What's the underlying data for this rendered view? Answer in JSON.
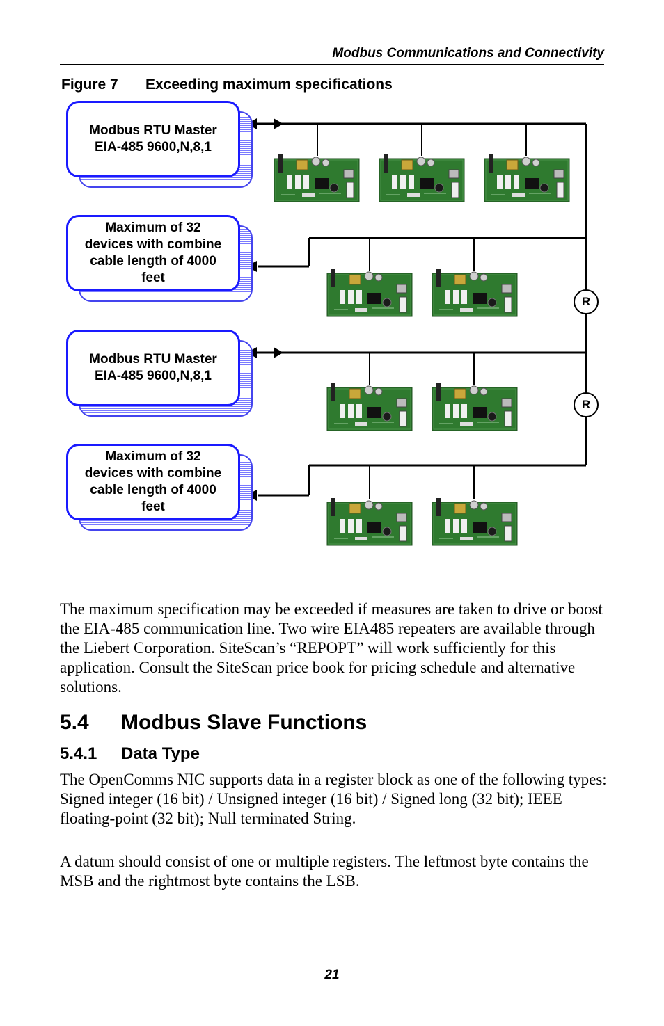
{
  "header": {
    "running_title": "Modbus Communications and Connectivity"
  },
  "figure": {
    "number": "Figure 7",
    "title": "Exceeding maximum specifications",
    "boxes": [
      {
        "lines": [
          "Modbus RTU Master",
          "EIA-485 9600,N,8,1"
        ]
      },
      {
        "lines": [
          "Maximum of 32",
          "devices with combine",
          "cable length of 4000",
          "feet"
        ]
      },
      {
        "lines": [
          "Modbus RTU Master",
          "EIA-485 9600,N,8,1"
        ]
      },
      {
        "lines": [
          "Maximum of 32",
          "devices with combine",
          "cable length of 4000",
          "feet"
        ]
      }
    ],
    "repeater_label": "R",
    "colors": {
      "box_border": "#1a1aff",
      "board_green": "#2f7a2f"
    }
  },
  "body": {
    "paragraph1": "The maximum specification may be exceeded if measures are taken to drive or boost the EIA-485 communication line. Two wire EIA485 repeaters are available through the Liebert Corporation. SiteScan’s “REPOPT” will work sufficiently for this application. Consult the SiteScan price book for pricing schedule and alternative solutions.",
    "section": {
      "number": "5.4",
      "title": "Modbus Slave Functions"
    },
    "subsection": {
      "number": "5.4.1",
      "title": "Data Type"
    },
    "paragraph2": "The OpenComms NIC supports data in a register block as one of the following types: Signed integer (16 bit) / Unsigned integer (16 bit) / Signed long (32 bit); IEEE floating-point (32 bit); Null terminated String.",
    "paragraph3": "A datum should consist of one or multiple registers. The leftmost byte contains the MSB and the rightmost byte contains the LSB."
  },
  "footer": {
    "page_number": "21"
  }
}
